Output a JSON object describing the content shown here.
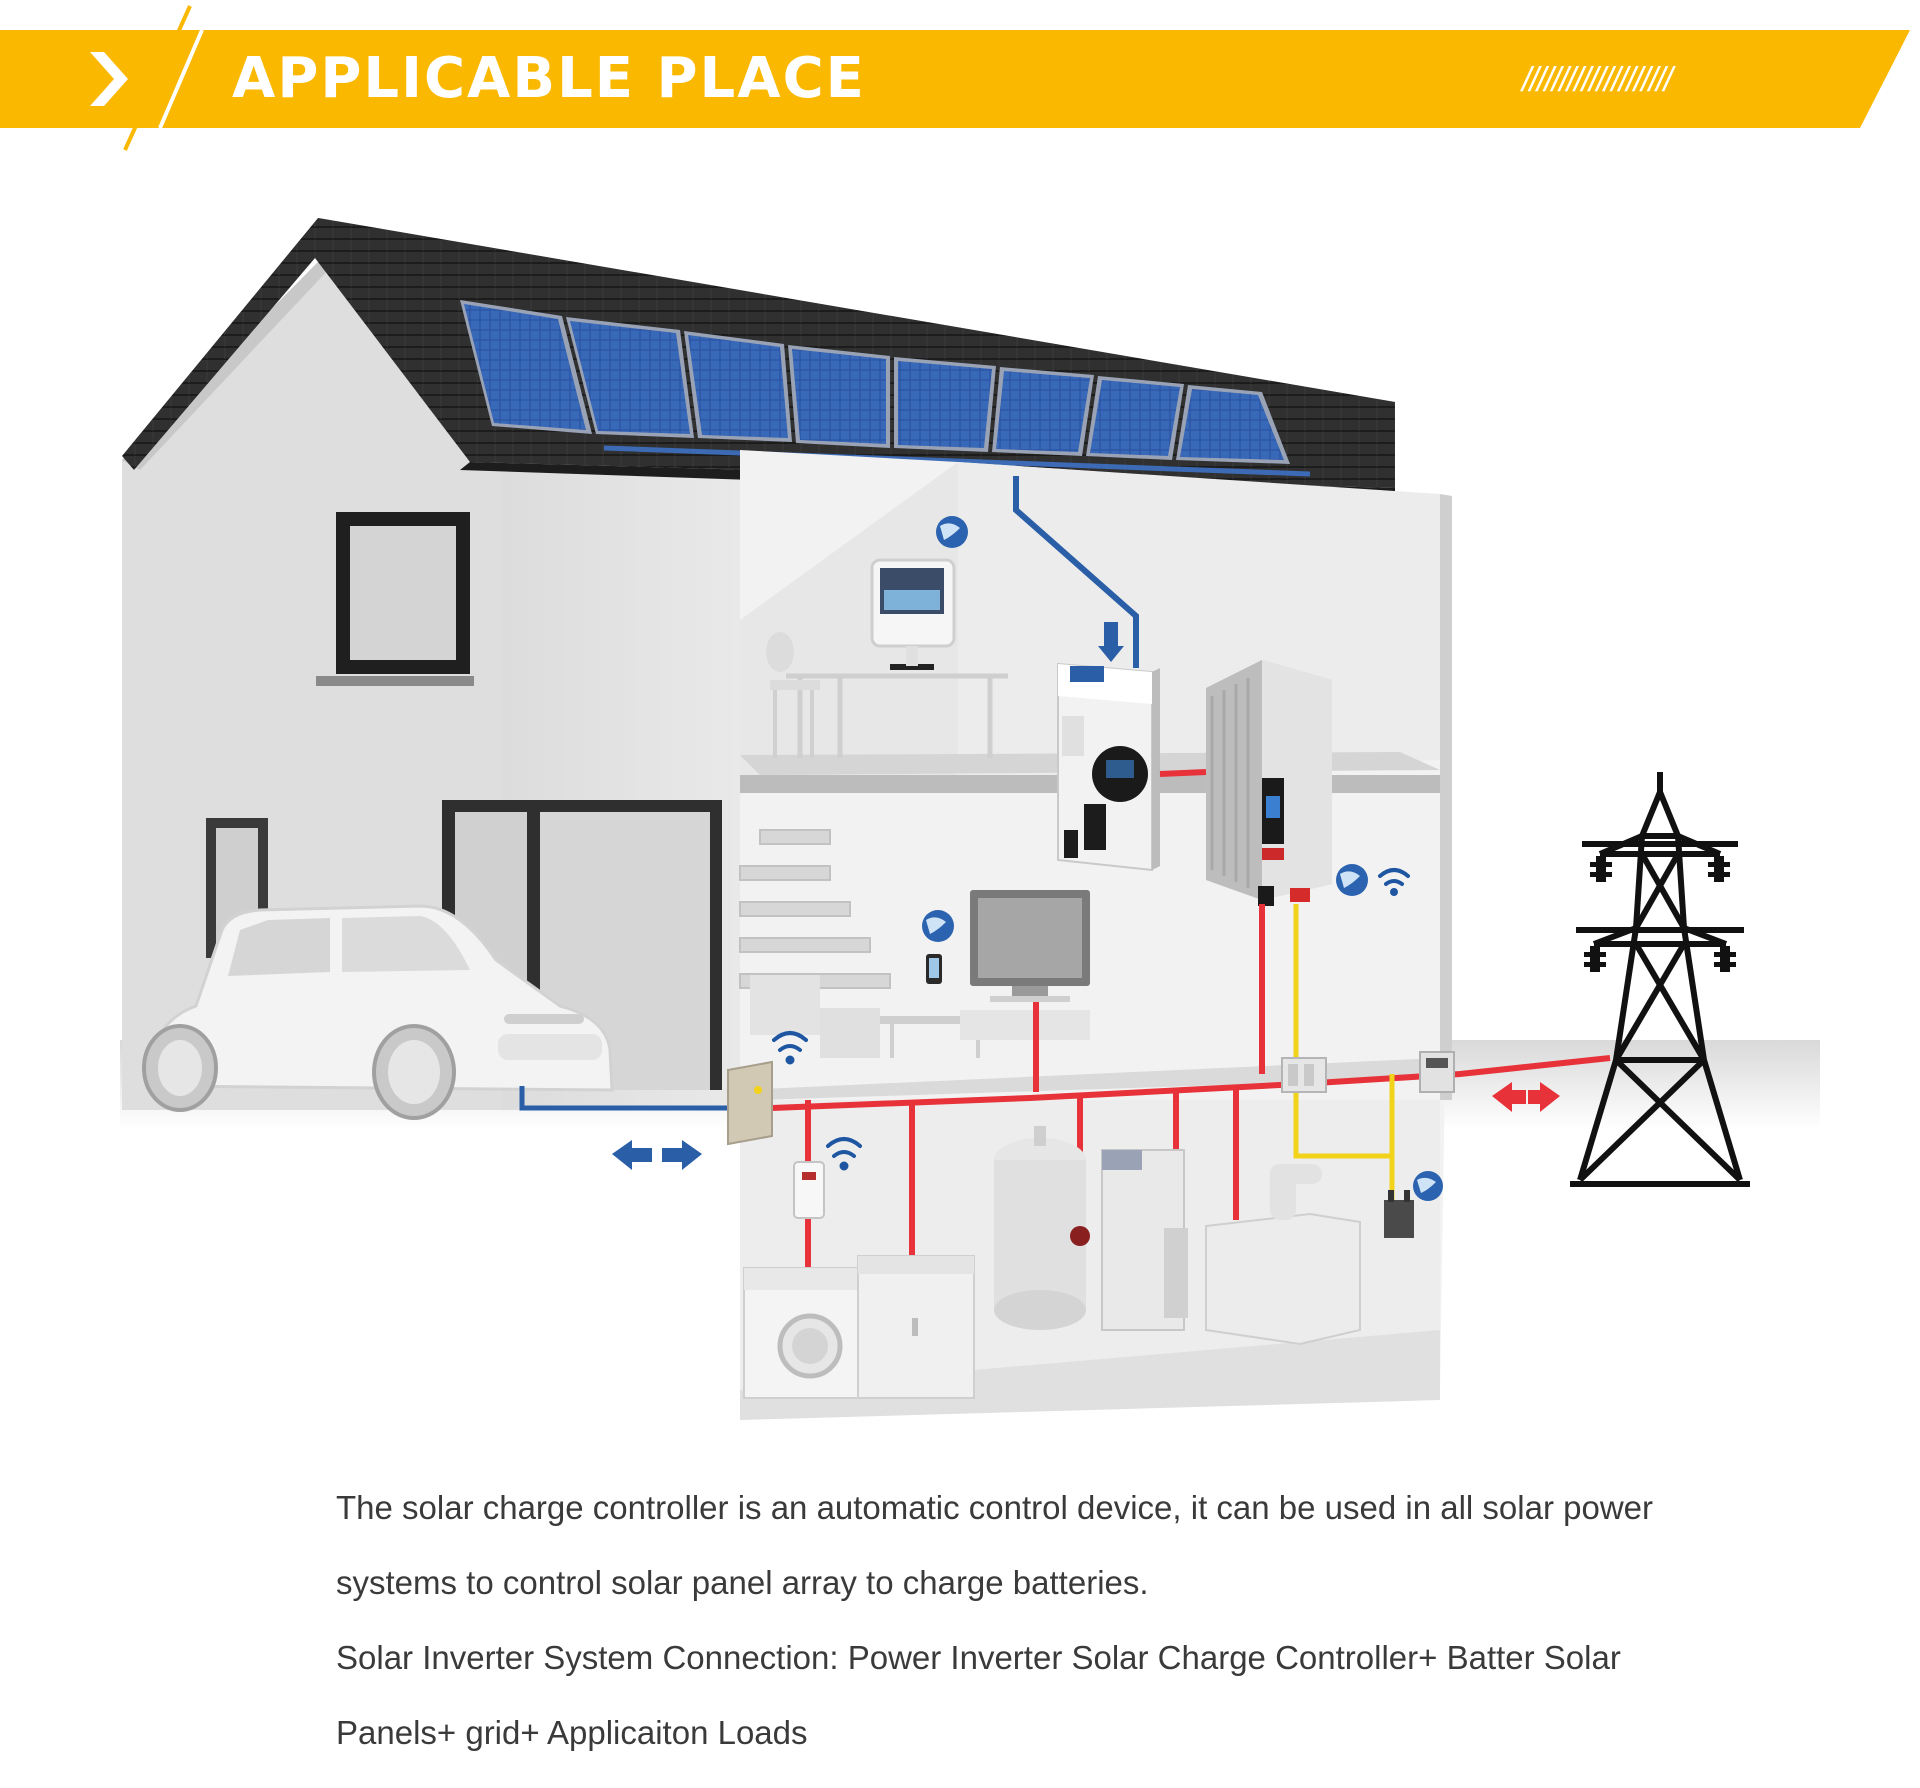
{
  "banner": {
    "title": "APPLICABLE PLACE",
    "decoration": "////////////////////",
    "chevron_icon": "chevron-right-icon",
    "color": "#fbb800"
  },
  "diagram": {
    "colors": {
      "pv_line": "#2a5fa8",
      "ac_line": "#e8323a",
      "signal_line": "#f3d21a",
      "roof": "#2c2c2c",
      "panel": "#284f9e"
    },
    "icons": [
      "solar-panel-icon",
      "charge-controller-icon",
      "inverter-icon",
      "monitor-icon",
      "globe-icon",
      "wifi-icon",
      "tv-icon",
      "phone-icon",
      "electric-car-icon",
      "transmission-tower-icon",
      "washing-machine-icon",
      "water-heater-icon",
      "boiler-icon",
      "battery-icon",
      "meter-icon",
      "breaker-icon",
      "double-arrow-icon"
    ]
  },
  "description": {
    "line1": "The solar charge controller is an automatic control device, it can be used in all solar power",
    "line2": "systems to control solar panel array to charge batteries.",
    "line3": "Solar Inverter System Connection: Power Inverter Solar Charge Controller+ Batter Solar",
    "line4": "Panels+ grid+ Applicaiton Loads"
  }
}
